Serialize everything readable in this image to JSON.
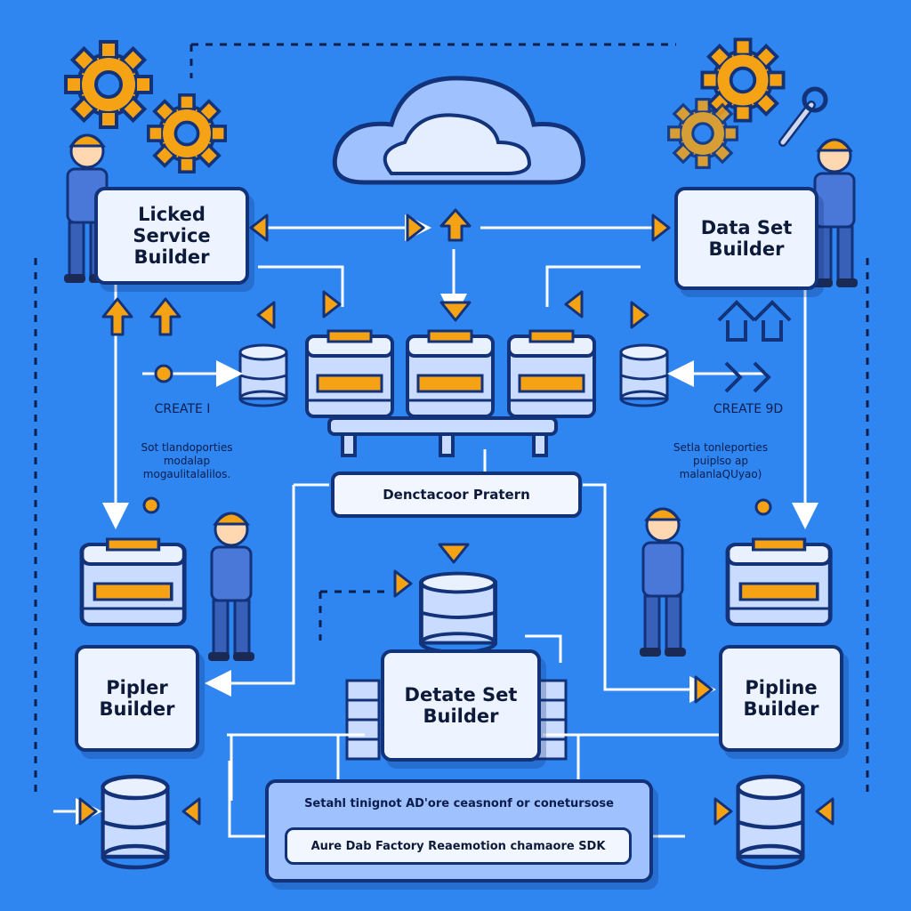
{
  "boxes": {
    "linked_service": {
      "line1": "Licked Service",
      "line2": "Builder"
    },
    "data_set_top": {
      "line1": "Data Set",
      "line2": "Builder"
    },
    "pipler": {
      "line1": "Pipler",
      "line2": "Builder"
    },
    "detate_set": {
      "line1": "Detate Set",
      "line2": "Builder"
    },
    "pipline": {
      "line1": "Pipline",
      "line2": "Builder"
    }
  },
  "labels": {
    "create_left": "CREATE I",
    "create_right": "CREATE 9D",
    "note_left": [
      "Sot tlandoporties",
      "modalap",
      "mogaulitalalilos."
    ],
    "note_right": [
      "Setla tonleporties",
      "puiplso ap",
      "malanlaQUyao)"
    ]
  },
  "pattern_pill": "Denctacoor Pratern",
  "footer": {
    "line1": "Setahl tinignot AD'ore ceasnonf or conetursose",
    "line2": "Aure Dab Factory Reaemotion chamaore SDK"
  },
  "colors": {
    "background": "#2f86f0",
    "accent": "#f5a315",
    "outline": "#12327a",
    "box_fill": "#eef4ff"
  }
}
